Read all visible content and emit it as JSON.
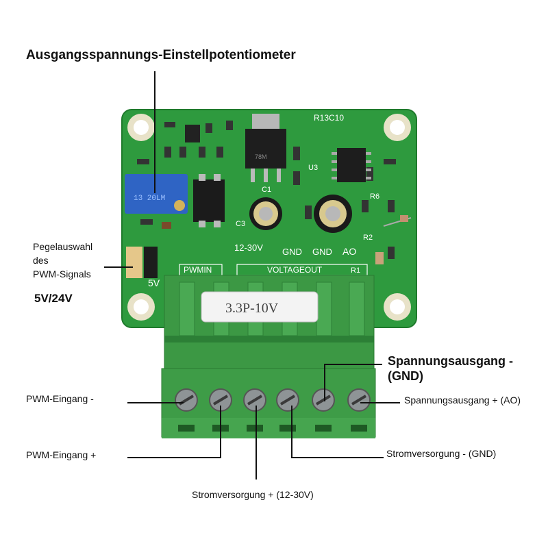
{
  "labels": {
    "potentiometer": "Ausgangsspannungs-Einstellpotentiometer",
    "level_select_line1": "Pegelauswahl",
    "level_select_line2": "des",
    "level_select_line3": "PWM-Signals",
    "level_values": "5V/24V",
    "voltage_out_gnd_line1": "Spannungsausgang -",
    "voltage_out_gnd_line2": "(GND)",
    "pwm_in_neg": "PWM-Eingang -",
    "voltage_out_ao": "Spannungsausgang + (AO)",
    "pwm_in_pos": "PWM-Eingang +",
    "power_gnd": "Stromversorgung - (GND)",
    "power_12_30": "Stromversorgung + (12-30V)"
  },
  "board": {
    "terminal_label": "3.3P-10V",
    "silk_pwmin": "PWMIN",
    "silk_voltageout": "VOLTAGEOUT",
    "silk_12_30v": "12-30V",
    "silk_gnd1": "GND",
    "silk_gnd2": "GND",
    "silk_ao": "AO",
    "silk_5v": "5V",
    "silk_r13c10": "R13C10",
    "silk_r6": "R6",
    "silk_r1": "R1",
    "silk_c1": "C1",
    "silk_c3": "C3",
    "silk_u3": "U3",
    "silk_r2": "R2",
    "chip_78m": "78M",
    "pot_text": "13 20LM"
  },
  "colors": {
    "pcb": "#2e9a3e",
    "terminal": "#3d9a45",
    "line": "#111111"
  }
}
